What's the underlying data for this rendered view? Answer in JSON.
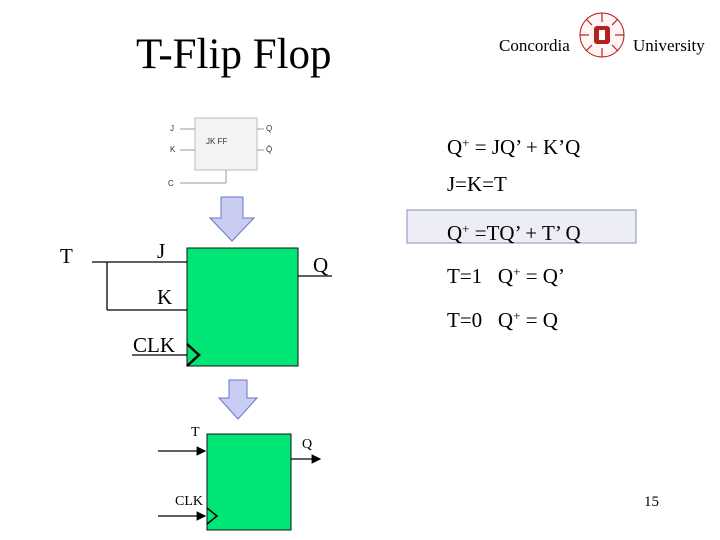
{
  "slide": {
    "title": "T-Flip Flop",
    "university_left": "Concordia",
    "university_right": "University",
    "logo_icon": "university-crest-icon",
    "page_number": "15"
  },
  "jk_symbol": {
    "block_label": "JK FF",
    "inputs": [
      "J",
      "K",
      "C"
    ],
    "outputs": [
      "Q",
      "Q̄"
    ]
  },
  "main_ff": {
    "input_top": "T",
    "j_label": "J",
    "k_label": "K",
    "q_label": "Q",
    "clk_label": "CLK"
  },
  "t_ff": {
    "t_label": "T",
    "q_label": "Q",
    "clk_label": "CLK"
  },
  "equations": {
    "jk_q": "Q",
    "jk_sup": "+",
    "jk_rest": " = JQ’ + K’Q",
    "jkt": "J=K=T",
    "t_q": "Q",
    "t_sup": "+",
    "t_rest": " =TQ’ + T’ Q",
    "t1_prefix": "T=1   Q",
    "t1_sup": "+",
    "t1_rest": " = Q’",
    "t0_prefix": "T=0   Q",
    "t0_sup": "+",
    "t0_rest": " = Q"
  },
  "colors": {
    "ff_fill": "#00e676",
    "arrow_fill": "#c9cdf2",
    "arrow_stroke": "#6b72c9",
    "eq_box_fill": "#ededf6",
    "eq_box_stroke": "#8a8fb8"
  }
}
